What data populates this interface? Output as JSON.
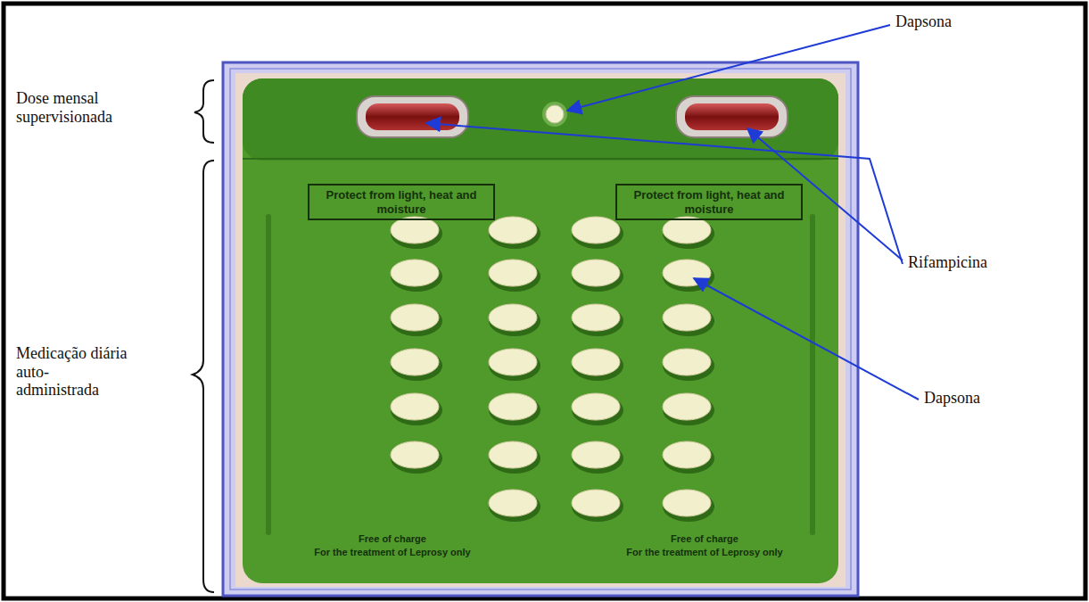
{
  "diagram": {
    "labels": [
      "Dapsona",
      "Dose mensal supervisionada",
      "Rifampicina",
      "Medicação diária auto-administrada",
      "Dapsona",
      "Protect from light, heat and moisture",
      "Protect from light, heat and moisture",
      "Free of charge",
      "For the treatment of Leprosy only",
      "Free of charge",
      "For the treatment of Leprosy only"
    ]
  }
}
